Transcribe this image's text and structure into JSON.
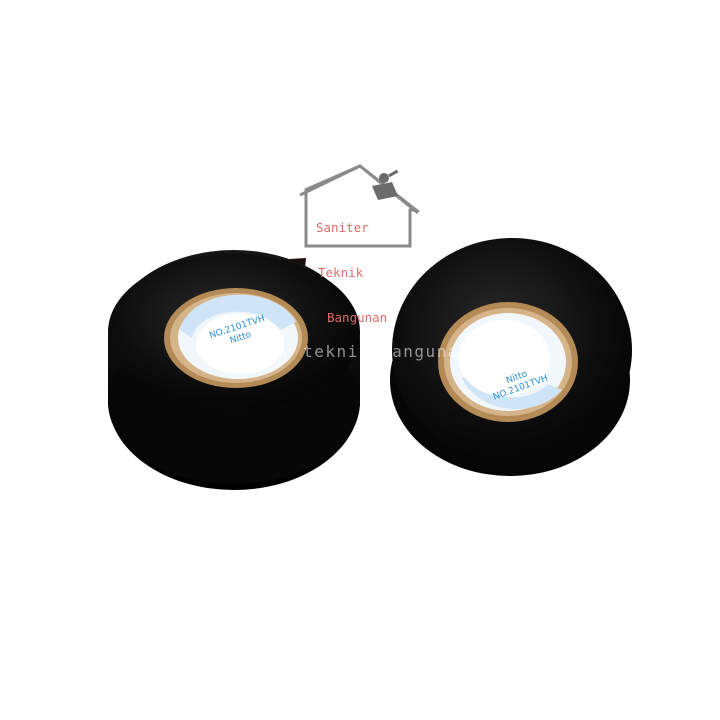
{
  "logo": {
    "line1": "Saniter",
    "line2": "Teknik",
    "line3": "Bangunan"
  },
  "watermark": "saniter teknik bangunan",
  "tape_left": {
    "code": "NO.2101TVH",
    "brand": "Nitto"
  },
  "tape_right": {
    "code": "NO.2101TVH",
    "brand": "Nitto"
  },
  "colors": {
    "tape": "#0d0d0d",
    "core_outer": "#b48a57",
    "label_blue": "#2a8fd6",
    "logo_gray": "#7a7a7a",
    "logo_text": "#e06b6b"
  }
}
